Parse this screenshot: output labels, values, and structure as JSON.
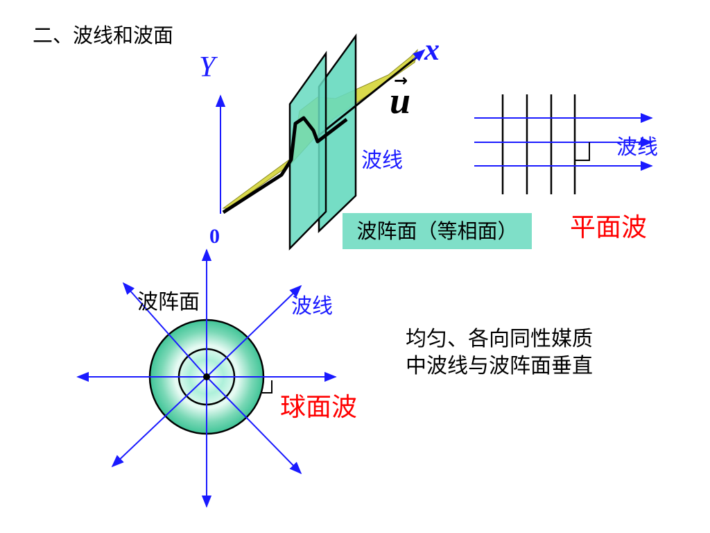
{
  "title": "二、波线和波面",
  "axes": {
    "y_label": "Y",
    "x_label": "x",
    "velocity_label": "u",
    "velocity_arrow": "→",
    "origin_label": "0"
  },
  "labels": {
    "ray_center": "波线",
    "wavefront_box": "波阵面（等相面）",
    "ray_plane": "波线",
    "plane_wave": "平面波",
    "wavefront_sphere": "波阵面",
    "ray_sphere": "波线",
    "sphere_wave": "球面波"
  },
  "note": {
    "line1": "均匀、各向同性媒质",
    "line2": "中波线与波阵面垂直"
  },
  "colors": {
    "blue": "#1a1aff",
    "red": "#ff0000",
    "teal": "#7fdfc8",
    "plane_fill": "#66d9bf",
    "wave_yellow": "#d9d94c"
  }
}
